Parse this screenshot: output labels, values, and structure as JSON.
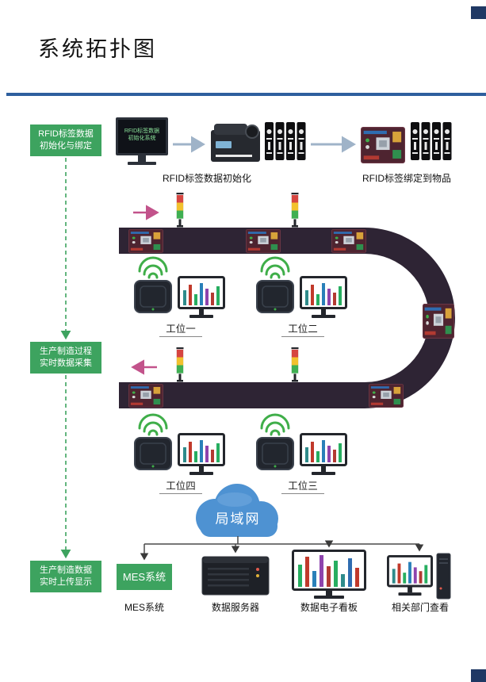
{
  "page": {
    "title": "系统拓扑图"
  },
  "stages": [
    {
      "line1": "RFID标签数据",
      "line2": "初始化与绑定"
    },
    {
      "line1": "生产制造过程",
      "line2": "实时数据采集"
    },
    {
      "line1": "生产制造数据",
      "line2": "实时上传显示"
    }
  ],
  "init_row": {
    "screen_line1": "RFID标签数据",
    "screen_line2": "初始化系统",
    "caption_init": "RFID标签数据初始化",
    "caption_bind": "RFID标签绑定到物品"
  },
  "workstations": {
    "ws1": "工位一",
    "ws2": "工位二",
    "ws3": "工位三",
    "ws4": "工位四"
  },
  "network": {
    "cloud_label": "局域网"
  },
  "bottom": {
    "mes_box": "MES系统",
    "caption_mes": "MES系统",
    "caption_server": "数据服务器",
    "caption_board": "数据电子看板",
    "caption_dept": "相关部门查看"
  },
  "colors": {
    "accent_blue": "#2e5f9e",
    "corner_navy": "#1f3864",
    "stage_green": "#3da35f",
    "belt_dark": "#2e2434",
    "cloud_blue": "#4e92d2",
    "arrow_pink": "#c2538b",
    "wifi_green": "#3fae49"
  }
}
